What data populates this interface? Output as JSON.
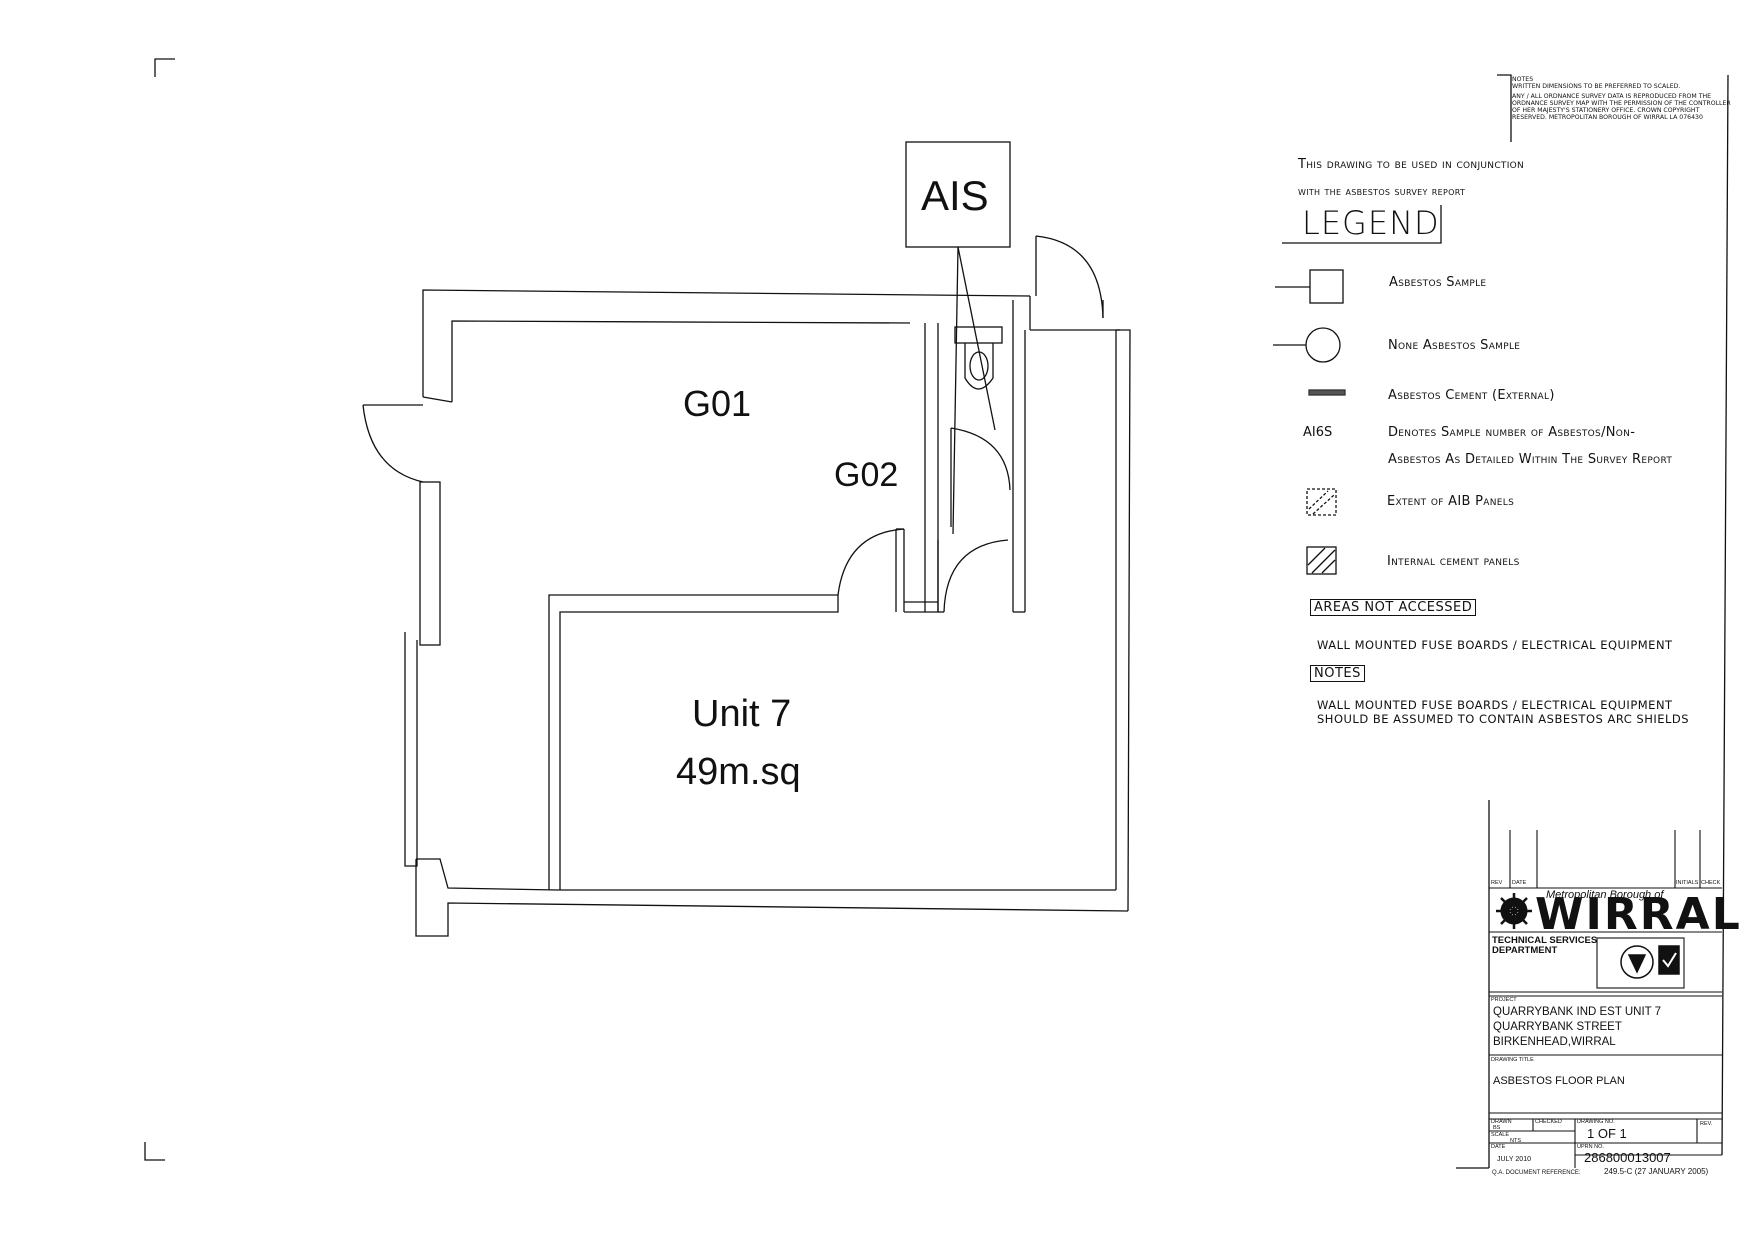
{
  "rooms": {
    "g01": "G01",
    "g02": "G02",
    "unit_name": "Unit 7",
    "unit_area": "49m.sq"
  },
  "ais_box": {
    "label": "AIS"
  },
  "notes_block": {
    "line1": "Notes",
    "line2": "Written dimensions to be preferred to scaled.",
    "line3": "Any / all ordnance survey data is reproduced from the ordnance survey map with the permission of the controller of her majesty's stationery office. crown copyright reserved. metropolitan borough of wirral la 076430"
  },
  "conjunction_note": {
    "line1": "This drawing to be used in conjunction",
    "line2": "with the asbestos survey report"
  },
  "legend": {
    "title": "LEGEND",
    "items": [
      {
        "symbol": "square-with-line",
        "text": "Asbestos Sample"
      },
      {
        "symbol": "circle-with-line",
        "text": "None Asbestos Sample"
      },
      {
        "symbol": "hatched-bar",
        "text": "Asbestos Cement (External)"
      },
      {
        "symbol_text": "AI6S",
        "text_line1": "Denotes Sample number of Asbestos/Non-",
        "text_line2": "Asbestos As Detailed Within The Survey Report"
      },
      {
        "symbol": "dashed-hatched-square",
        "text": "Extent of AIB Panels"
      },
      {
        "symbol": "hatched-square",
        "text": "Internal cement panels"
      }
    ],
    "areas_not_accessed": "Areas not accessed",
    "areas_text": "Wall mounted fuse boards / electrical equipment",
    "notes_label": "Notes",
    "notes_text1": "Wall mounted fuse boards / electrical equipment",
    "notes_text2": "should be assumed to contain asbestos arc shields"
  },
  "title_block": {
    "rev": "REV",
    "date": "DATE",
    "initials": "INITIALS",
    "check": "CHECK",
    "council_small": "Metropolitan Borough of",
    "council_name": "WIRRAL",
    "department1": "TECHNICAL SERVICES",
    "department2": "DEPARTMENT",
    "project_label": "PROJECT",
    "project_line1": "QUARRYBANK IND EST UNIT 7",
    "project_line2": "QUARRYBANK STREET",
    "project_line3": "BIRKENHEAD,WIRRAL",
    "drawing_title_label": "DRAWING TITLE",
    "drawing_title": "ASBESTOS FLOOR PLAN",
    "drawn_label": "DRAWN",
    "drawn_value": "BS",
    "checked_label": "CHECKED",
    "drawing_no_label": "DRAWING NO.",
    "drawing_no_value": "1  OF  1",
    "rev_label": "REV.",
    "scale_label": "SCALE",
    "scale_value": "NTS",
    "date_label": "DATE",
    "date_value": "JULY 2010",
    "uprn_label": "UPRN NO.",
    "uprn_value": "286800013007",
    "qa_label": "Q.A. DOCUMENT REFERENCE:",
    "qa_value": "249.5-C (27 JANUARY 2005)"
  },
  "colors": {
    "ink": "#111111",
    "paper": "#ffffff"
  }
}
